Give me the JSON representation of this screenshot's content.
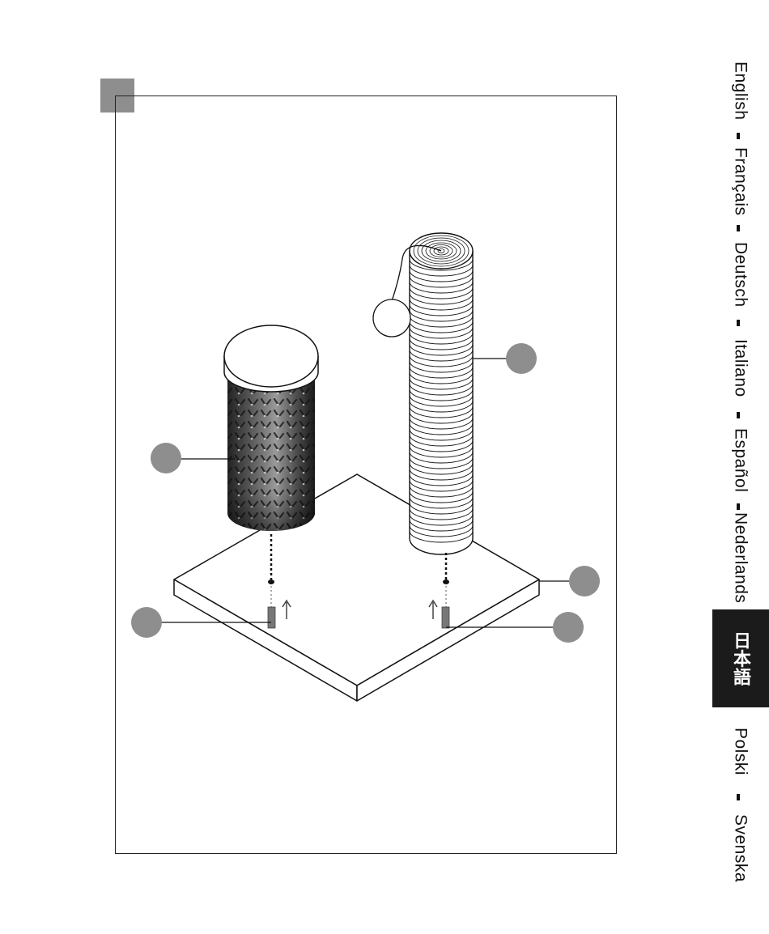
{
  "languages": [
    {
      "label": "English",
      "active": false
    },
    {
      "label": "Français",
      "active": false
    },
    {
      "label": "Deutsch",
      "active": false
    },
    {
      "label": "Italiano",
      "active": false
    },
    {
      "label": "Español",
      "active": false
    },
    {
      "label": "Nederlands",
      "active": false
    },
    {
      "label": "日本語",
      "active": true
    },
    {
      "label": "Polski",
      "active": false
    },
    {
      "label": "Svenska",
      "active": false
    }
  ],
  "colors": {
    "callout_grey": "#8e8e8e",
    "active_tab": "#1b1b1b",
    "line": "#111111"
  },
  "icons": [
    "step-marker",
    "part-callout",
    "arrow-up-icon",
    "screw-icon",
    "bolt-icon"
  ]
}
